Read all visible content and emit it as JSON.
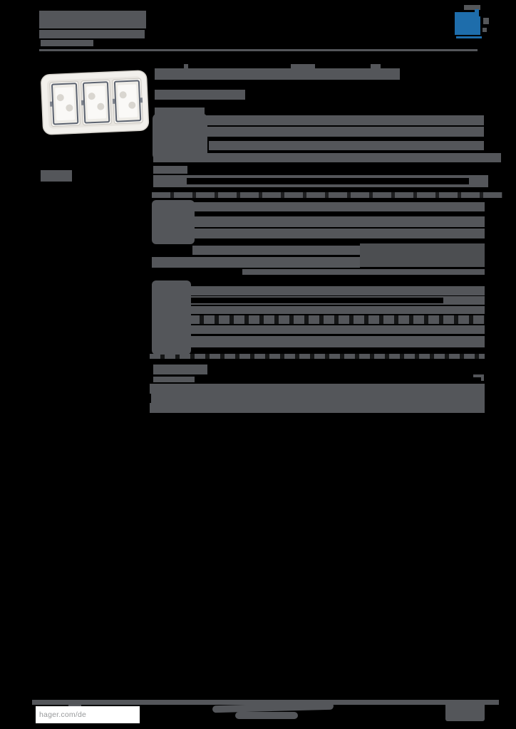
{
  "document": {
    "kind": "product-datasheet-page",
    "legibility_note": "body text rendered as illegible redacted blocks; only footer URL readable"
  },
  "header": {
    "logo": {
      "name": "hager-logo",
      "brand_color": "#1e6dab"
    }
  },
  "media": {
    "product_photo": "three-module-weatherproof-frame-photo"
  },
  "footer": {
    "website": "hager.com/de"
  },
  "colors": {
    "page_background": "#000000",
    "redacted_text_block": "#54565a",
    "footer_panel": "#ffffff",
    "footer_url_text": "#97999b",
    "brand_blue": "#1e6dab",
    "product_body": "#f2f0ec"
  }
}
